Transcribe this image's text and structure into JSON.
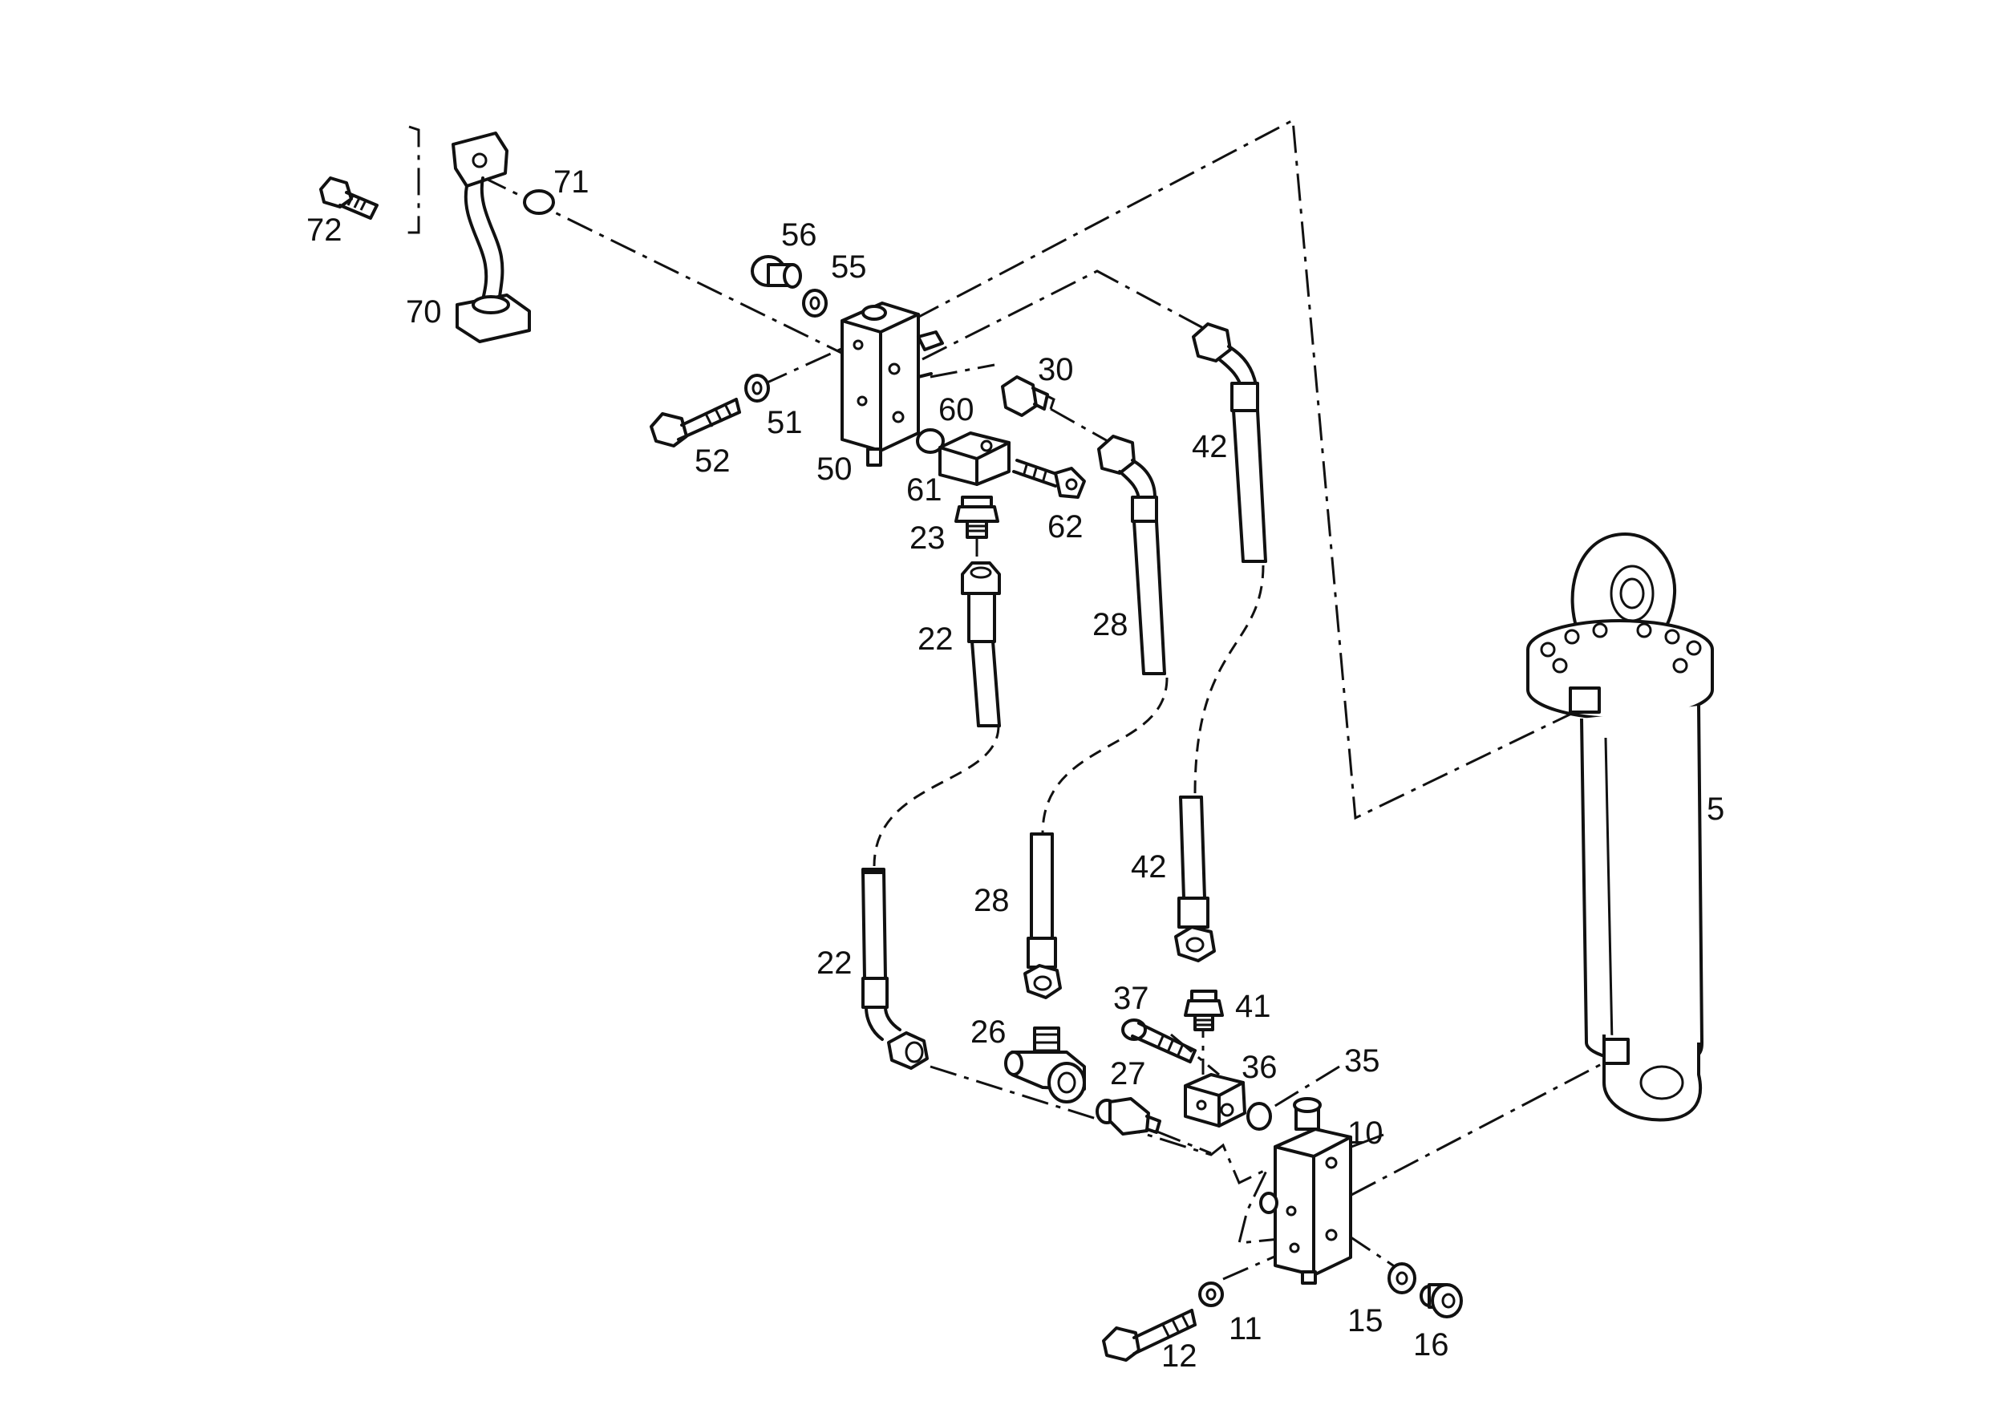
{
  "parts": [
    {
      "id": "p5",
      "label": "5"
    },
    {
      "id": "p10",
      "label": "10"
    },
    {
      "id": "p11",
      "label": "11"
    },
    {
      "id": "p12",
      "label": "12"
    },
    {
      "id": "p15",
      "label": "15"
    },
    {
      "id": "p16",
      "label": "16"
    },
    {
      "id": "p22a",
      "label": "22"
    },
    {
      "id": "p22b",
      "label": "22"
    },
    {
      "id": "p23",
      "label": "23"
    },
    {
      "id": "p26",
      "label": "26"
    },
    {
      "id": "p27",
      "label": "27"
    },
    {
      "id": "p28a",
      "label": "28"
    },
    {
      "id": "p28b",
      "label": "28"
    },
    {
      "id": "p30",
      "label": "30"
    },
    {
      "id": "p35",
      "label": "35"
    },
    {
      "id": "p36",
      "label": "36"
    },
    {
      "id": "p37",
      "label": "37"
    },
    {
      "id": "p41",
      "label": "41"
    },
    {
      "id": "p42a",
      "label": "42"
    },
    {
      "id": "p42b",
      "label": "42"
    },
    {
      "id": "p50",
      "label": "50"
    },
    {
      "id": "p51",
      "label": "51"
    },
    {
      "id": "p52",
      "label": "52"
    },
    {
      "id": "p55",
      "label": "55"
    },
    {
      "id": "p56",
      "label": "56"
    },
    {
      "id": "p60",
      "label": "60"
    },
    {
      "id": "p61",
      "label": "61"
    },
    {
      "id": "p62",
      "label": "62"
    },
    {
      "id": "p70",
      "label": "70"
    },
    {
      "id": "p71",
      "label": "71"
    },
    {
      "id": "p72",
      "label": "72"
    }
  ]
}
